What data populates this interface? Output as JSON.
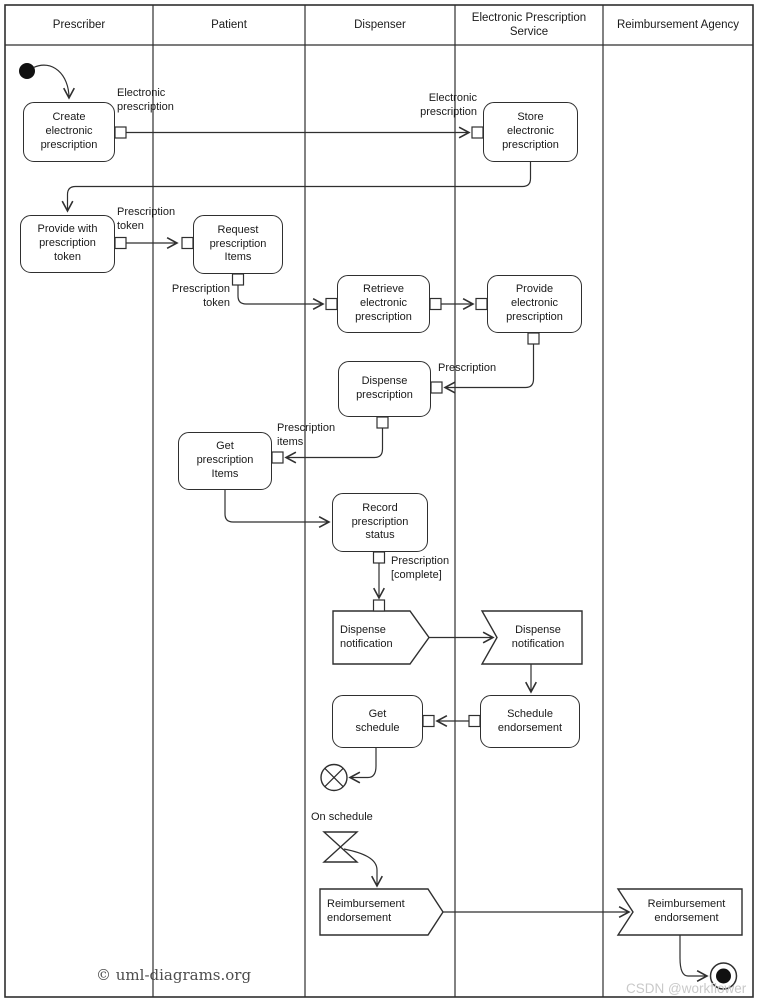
{
  "lanes": [
    "Prescriber",
    "Patient",
    "Dispenser",
    "Electronic Prescription Service",
    "Reimbursement Agency"
  ],
  "activities": {
    "create": "Create\nelectronic\nprescription",
    "store": "Store\nelectronic\nprescription",
    "provide_token": "Provide with\nprescription\ntoken",
    "request_items": "Request\nprescription\nItems",
    "retrieve": "Retrieve\nelectronic\nprescription",
    "provide_elec": "Provide\nelectronic\nprescription",
    "dispense": "Dispense\nprescription",
    "get_items": "Get\nprescription\nItems",
    "record_status": "Record\nprescription\nstatus",
    "dispense_notif_send": "Dispense\nnotification",
    "dispense_notif_recv": "Dispense\nnotification",
    "get_schedule": "Get\nschedule",
    "schedule_endorse": "Schedule\nendorsement",
    "reimb_send": "Reimbursement\nendorsement",
    "reimb_recv": "Reimbursement\nendorsement"
  },
  "labels": {
    "electronic_prescription_1": "Electronic\nprescription",
    "electronic_prescription_2": "Electronic\nprescription",
    "prescription_token_1": "Prescription\ntoken",
    "prescription_token_2": "Prescription\ntoken",
    "prescription": "Prescription",
    "prescription_items": "Prescription\nitems",
    "prescription_complete": "Prescription\n[complete]",
    "on_schedule": "On schedule"
  },
  "watermarks": {
    "site": "© uml-diagrams.org",
    "csdn": "CSDN @workflower"
  },
  "colors": {
    "line": "#2f2f2f",
    "text": "#1a1a1a",
    "background": "#ffffff",
    "watermark_dark": "#4d4d4d",
    "watermark_light": "#c9c9c9"
  }
}
